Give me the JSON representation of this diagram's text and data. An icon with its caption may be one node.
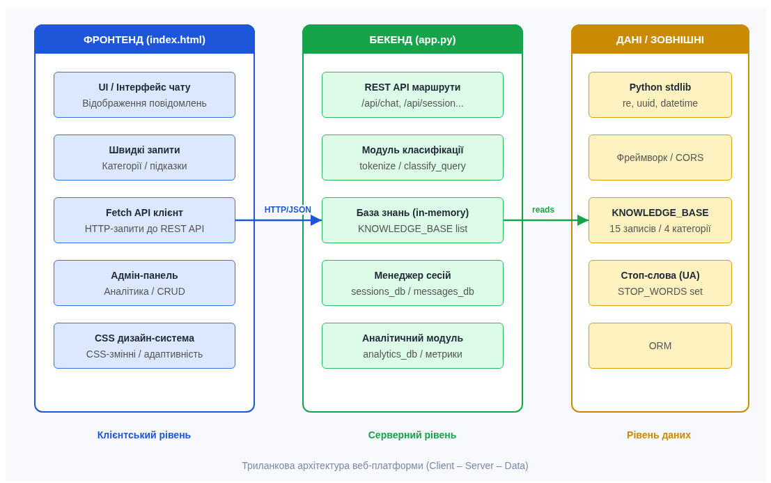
{
  "diagram": {
    "caption": "Триланкова архітектура веб-платформи (Client – Server – Data)",
    "nodes": [
      {
        "text": [
          "ФРОНТЕНД (index.html)"
        ]
      },
      {
        "text": [
          "UI / Інтерфейс чату",
          "Відображення повідомлень"
        ],
        "in": 0
      },
      {
        "text": [
          "Швидкі запити",
          "Категорії / підказки"
        ],
        "in": 0
      },
      {
        "text": [
          "Fetch API клієнт",
          "HTTP-запити до REST API"
        ],
        "in": 0
      },
      {
        "text": [
          "Адмін-панель",
          "Аналітика / CRUD"
        ],
        "in": 0
      },
      {
        "text": [
          "CSS дизайн-система",
          "CSS-змінні / адаптивність"
        ],
        "in": 0
      },
      {
        "text": [
          "БЕКЕНД (app.py)"
        ]
      },
      {
        "text": [
          "REST API маршрути",
          "/api/chat, /api/session..."
        ],
        "in": 6
      },
      {
        "text": [
          "Модуль класифікації",
          "tokenize / classify_query"
        ],
        "in": 6
      },
      {
        "text": [
          "База знань (in-memory)",
          "KNOWLEDGE_BASE list"
        ],
        "in": 6
      },
      {
        "text": [
          "Менеджер сесій",
          "sessions_db / messages_db"
        ],
        "in": 6
      },
      {
        "text": [
          "Аналітичний модуль",
          "analytics_db / метрики"
        ],
        "in": 6
      },
      {
        "text": [
          "ДАНІ / ЗОВНІШНІ"
        ]
      },
      {
        "text": [
          "Python stdlib",
          "re, uuid, datetime"
        ],
        "in": 12
      },
      {
        "text": [
          "Фреймворк / CORS"
        ],
        "in": 12
      },
      {
        "text": [
          "KNOWLEDGE_BASE",
          "15 записів / 4 категорії"
        ],
        "in": 12
      },
      {
        "text": [
          "Стоп-слова (UA)",
          "STOP_WORDS set"
        ],
        "in": 12
      },
      {
        "text": [
          "ORM"
        ],
        "in": 12
      }
    ],
    "edges": [
      {
        "from": 3,
        "to": 9,
        "arrow": "to",
        "label": "HTTP/JSON",
        "color": "#1d56d8"
      },
      {
        "from": 9,
        "to": 15,
        "arrow": "to",
        "label": "reads",
        "color": "#16a34a"
      }
    ],
    "labels": [
      "Клієнтський рівень",
      "Серверний рівень",
      "Рівень даних"
    ]
  }
}
